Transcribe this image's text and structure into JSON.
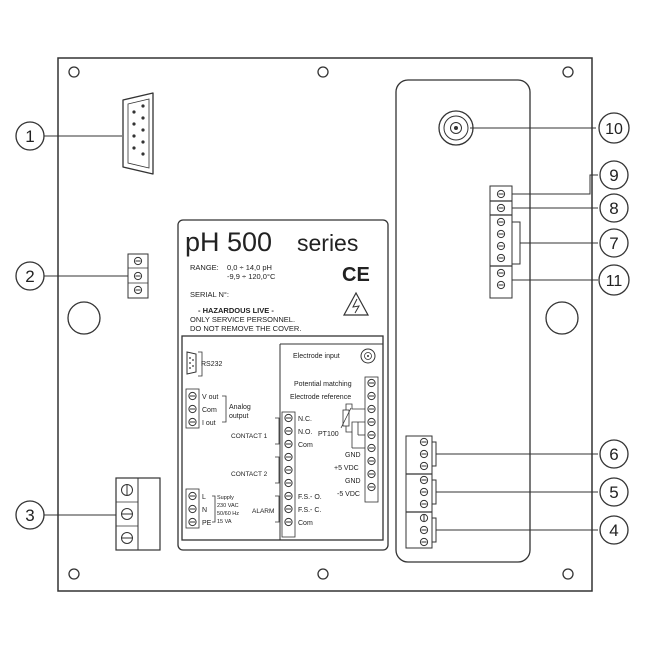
{
  "callouts": [
    "1",
    "2",
    "3",
    "4",
    "5",
    "6",
    "7",
    "8",
    "9",
    "10",
    "11"
  ],
  "label": {
    "title_ph": "pH 500",
    "title_series": "series",
    "range_label": "RANGE:",
    "range_ph": "0,0 ÷ 14,0 pH",
    "range_temp": "-9,9 ÷ 120,0°C",
    "serial": "SERIAL N°:",
    "hazard_title": "- HAZARDOUS LIVE -",
    "hazard_line1": "ONLY SERVICE PERSONNEL.",
    "hazard_line2": "DO NOT REMOVE THE COVER.",
    "ce_mark": "CE"
  },
  "wiring": {
    "rs232": "RS232",
    "vout": "V out",
    "com": "Com",
    "iout": "I out",
    "analog1": "Analog",
    "analog2": "output",
    "contact1": "CONTACT 1",
    "contact2": "CONTACT 2",
    "nc": "N.C.",
    "no": "N.O.",
    "alarm": "ALARM",
    "fso": "F.S.- O.",
    "fsc": "F.S.- C.",
    "l": "L",
    "n": "N",
    "pe": "PE",
    "supply1": "Supply",
    "supply2": "230 VAC",
    "supply3": "50/60 Hz",
    "supply4": "15 VA",
    "electrode_input": "Electrode input",
    "potential_matching": "Potential matching",
    "electrode_reference": "Electrode reference",
    "pt100": "PT100",
    "gnd": "GND",
    "plus5": "+5 VDC",
    "minus5": "-5 VDC"
  }
}
